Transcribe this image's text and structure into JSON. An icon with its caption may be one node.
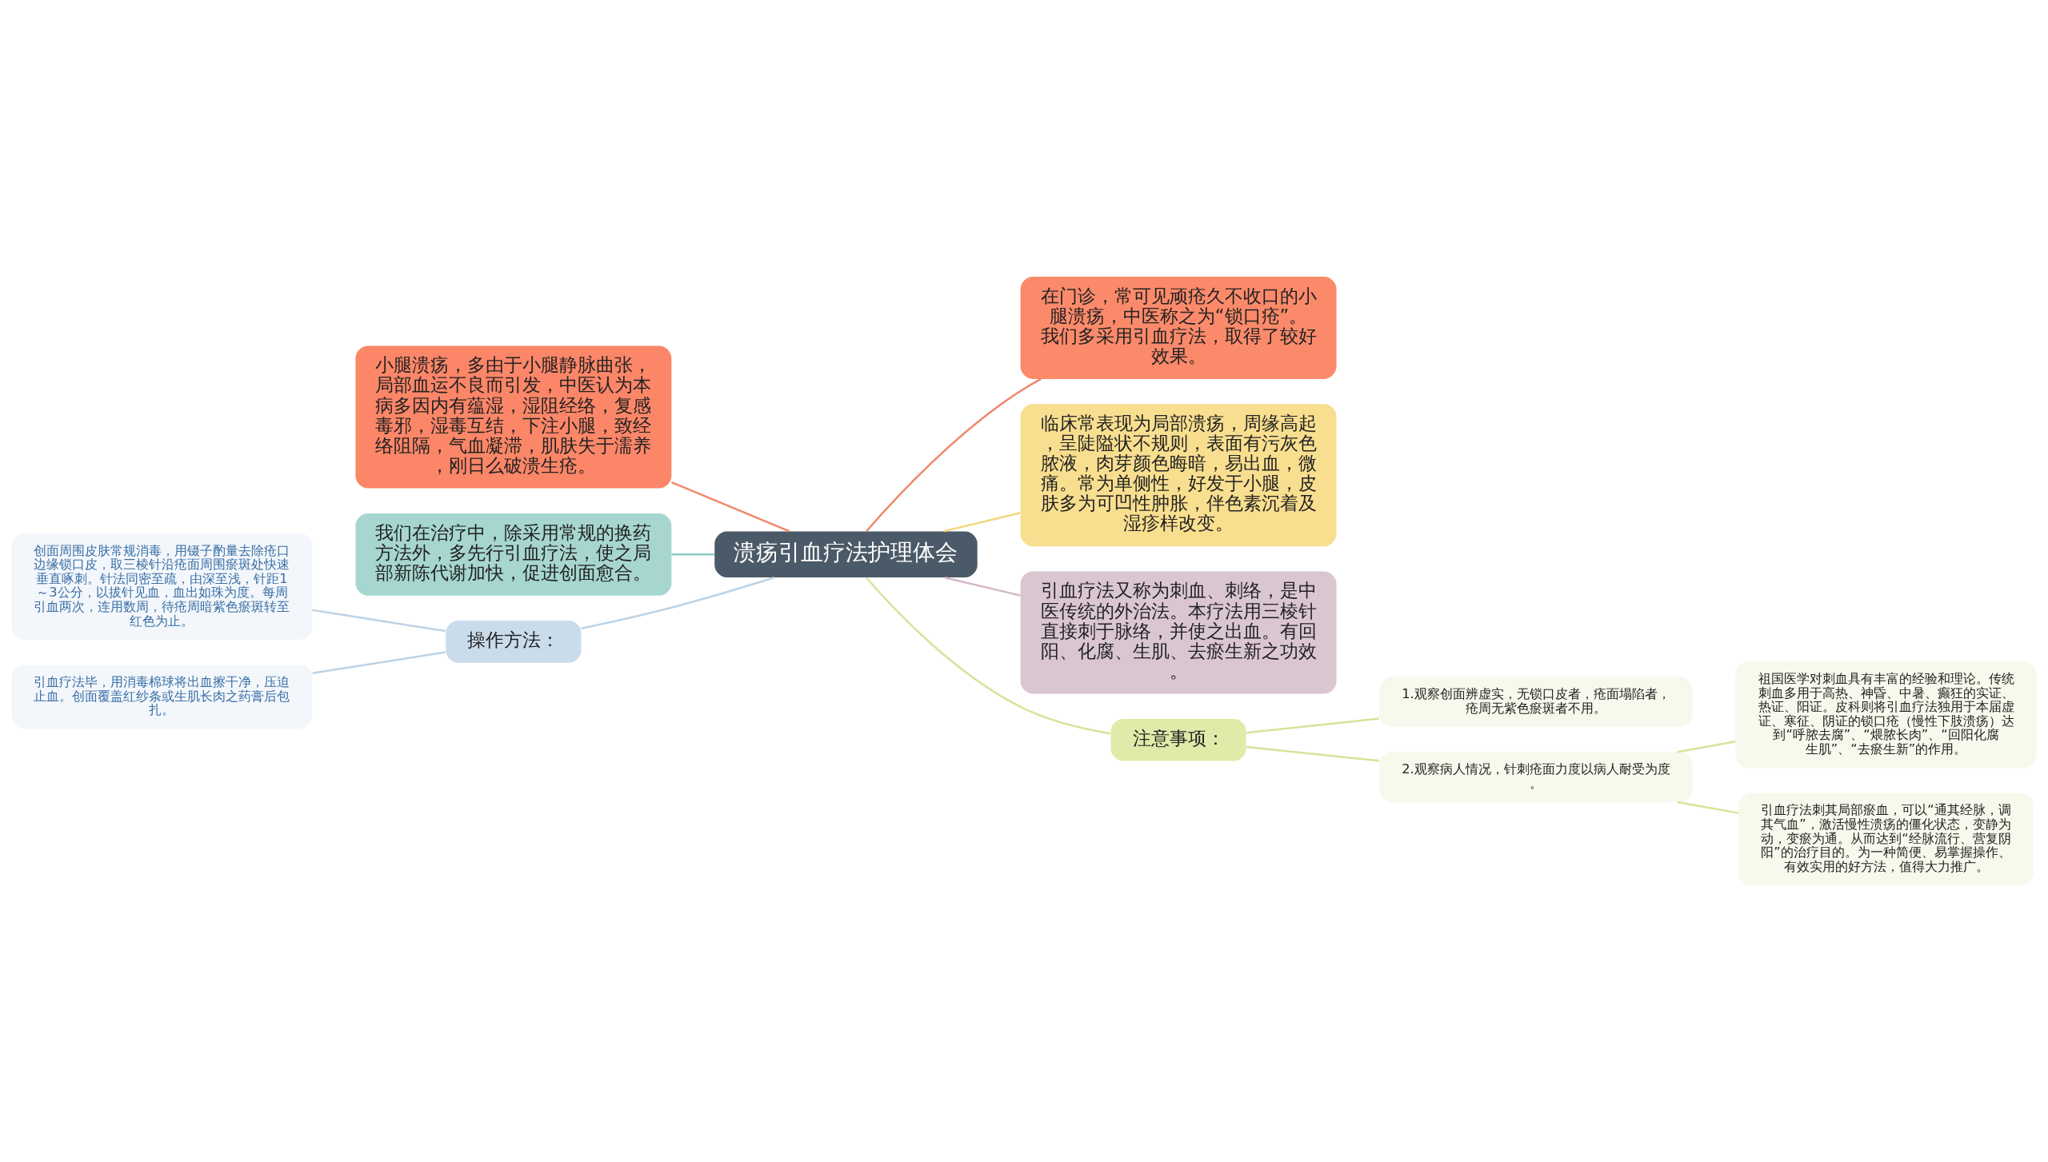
{
  "diagram": {
    "nodes": [
      {
        "text": [
          "溃疡引血疗法护理体会"
        ]
      },
      {
        "text": [
          "小腿溃疡，多由于小腿静脉曲张，局部血运不良而引发，中医认为本病多因内有蕴湿，湿阻经络，复感毒邪，湿毒互结，下注小腿，致经络阻隔，气血凝滞，肌肤失于濡养，刚日么破溃生疮。"
        ]
      },
      {
        "text": [
          "我们在治疗中，除采用常规的换药方法外，多先行引血疗法，使之局部新陈代谢加快，促进创面愈合。"
        ]
      },
      {
        "text": [
          "操作方法："
        ]
      },
      {
        "text": [
          "创面周围皮肤常规消毒，用镊子酌量去除疮口边缘锁口皮，取三棱针沿疮面周围瘀斑处快速垂直啄刺。针法同密至疏，由深至浅，针距1～3公分，以拔针见血，血出如珠为度。每周引血两次，连用数周，待疮周暗紫色瘀斑转至红色为止。"
        ]
      },
      {
        "text": [
          "引血疗法毕，用消毒棉球将出血擦干净，压迫止血。创面覆盖红纱条或生肌长肉之药膏后包扎。"
        ]
      },
      {
        "text": [
          "在门诊，常可见顽疮久不收口的小腿溃疡，中医称之为“锁口疮”。我们多采用引血疗法，取得了较好效果。"
        ]
      },
      {
        "text": [
          "临床常表现为局部溃疡，周缘高起，呈陡隘状不规则，表面有污灰色脓液，肉芽颜色晦暗，易出血，微痛。常为单侧性，好发于小腿，皮肤多为可凹性肿胀，伴色素沉着及湿疹样改变。"
        ]
      },
      {
        "text": [
          "引血疗法又称为刺血、刺络，是中医传统的外治法。本疗法用三棱针直接刺于脉络，并使之出血。有回阳、化腐、生肌、去瘀生新之功效。"
        ]
      },
      {
        "text": [
          "注意事项："
        ]
      },
      {
        "text": [
          "1.观察创面辨虚实，无锁口皮者，疮面塌陷者，疮周无紫色瘀斑者不用。"
        ]
      },
      {
        "text": [
          "2.观察病人情况，针刺疮面力度以病人耐受为度。"
        ]
      },
      {
        "text": [
          "祖国医学对刺血具有丰富的经验和理论。传统刺血多用于高热、神昏、中暑、癫狂的实证、热证、阳证。皮科则将引血疗法独用于本届虚证、寒征、阴证的锁口疮（慢性下肢溃疡）达到“呼脓去腐”、“煨脓长肉”、“回阳化腐生肌”、“去瘀生新”的作用。"
        ]
      },
      {
        "text": [
          "引血疗法刺其局部瘀血，可以“通其经脉，调其气血”，激活慢性溃疡的僵化状态，变静为动，变瘀为通。从而达到“经脉流行、营复阴阳”的治疗目的。为一种简便、易掌握操作、有效实用的好方法，值得大力推广。"
        ]
      }
    ],
    "edges": [
      {
        "from": 0,
        "to": 1,
        "arrow": "none",
        "color": "#f0876b"
      },
      {
        "from": 0,
        "to": 2,
        "arrow": "none",
        "color": "#8ccbc3"
      },
      {
        "from": 0,
        "to": 3,
        "arrow": "none",
        "color": "#bcd3e6"
      },
      {
        "from": 3,
        "to": 4,
        "arrow": "none",
        "color": "#bcd3e6"
      },
      {
        "from": 3,
        "to": 5,
        "arrow": "none",
        "color": "#bcd3e6"
      },
      {
        "from": 0,
        "to": 6,
        "arrow": "none",
        "color": "#f0876b"
      },
      {
        "from": 0,
        "to": 7,
        "arrow": "none",
        "color": "#f3d77e"
      },
      {
        "from": 0,
        "to": 8,
        "arrow": "none",
        "color": "#d4b8c6"
      },
      {
        "from": 0,
        "to": 9,
        "arrow": "none",
        "color": "#d6e49a"
      },
      {
        "from": 9,
        "to": 10,
        "arrow": "none",
        "color": "#d6e49a"
      },
      {
        "from": 9,
        "to": 11,
        "arrow": "none",
        "color": "#d6e49a"
      },
      {
        "from": 11,
        "to": 12,
        "arrow": "none",
        "color": "#d6e49a"
      },
      {
        "from": 11,
        "to": 13,
        "arrow": "none",
        "color": "#d6e49a"
      }
    ]
  }
}
